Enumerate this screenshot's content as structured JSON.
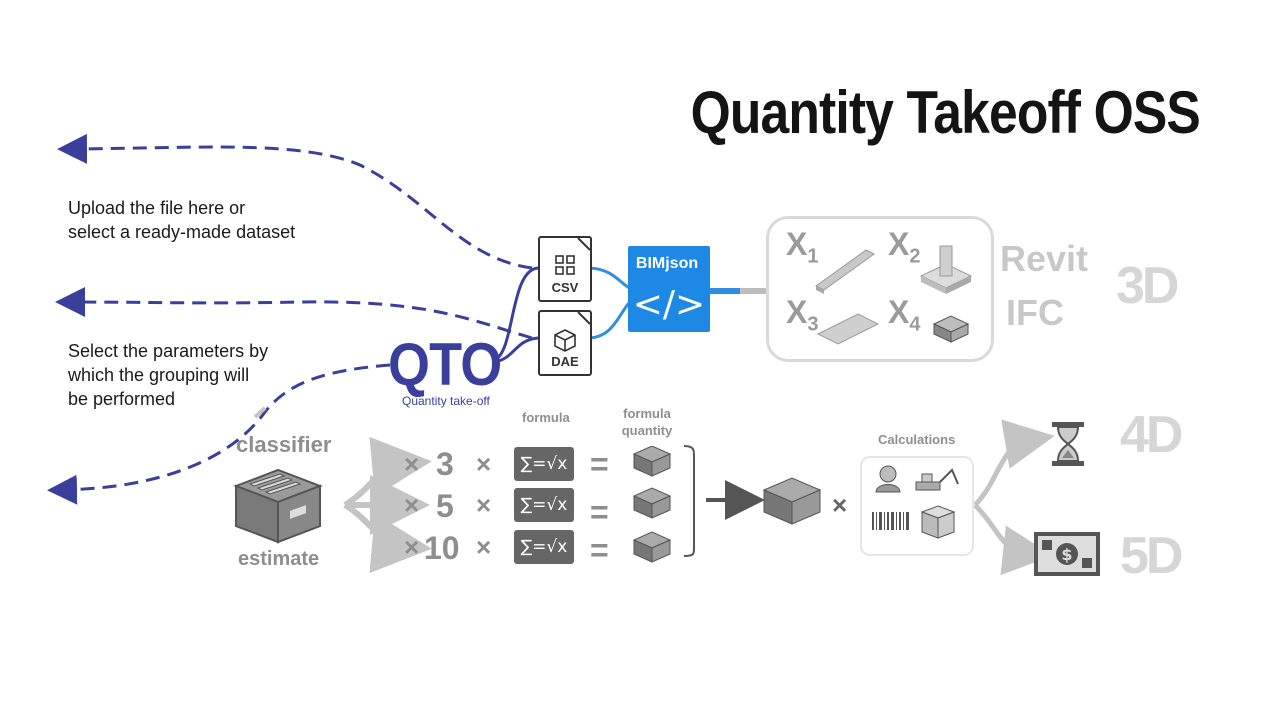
{
  "title": "Quantity Takeoff OSS",
  "descriptions": {
    "upload": [
      "Upload the file here or",
      "select a ready-made dataset"
    ],
    "parameters": [
      "Select the parameters by",
      "which the grouping will",
      "be performed"
    ]
  },
  "qto": {
    "label": "QTO",
    "sub": "Quantity take-off"
  },
  "files": [
    {
      "label": "CSV",
      "icon": "grid-icon"
    },
    {
      "label": "DAE",
      "icon": "cube-icon"
    }
  ],
  "bimjson": {
    "label": "BIMjson",
    "code": "</>"
  },
  "elements": [
    {
      "var": "X",
      "sub": "1"
    },
    {
      "var": "X",
      "sub": "2"
    },
    {
      "var": "X",
      "sub": "3"
    },
    {
      "var": "X",
      "sub": "4"
    }
  ],
  "formats": [
    "Revit",
    "IFC"
  ],
  "dimensions": [
    "3D",
    "4D",
    "5D"
  ],
  "classifier": {
    "top": "classifier",
    "bottom": "estimate"
  },
  "multipliers": [
    "3",
    "5",
    "10"
  ],
  "ops": {
    "times": "×",
    "equals": "="
  },
  "column_headers": {
    "formula": "formula",
    "formula_quantity": [
      "formula",
      "quantity"
    ]
  },
  "formula_text": "∑=√x",
  "calculations_label": "Calculations",
  "colors": {
    "accent_blue": "#3a3f9c",
    "bim_blue": "#1e88e5",
    "gray": "#8e8e8e"
  }
}
